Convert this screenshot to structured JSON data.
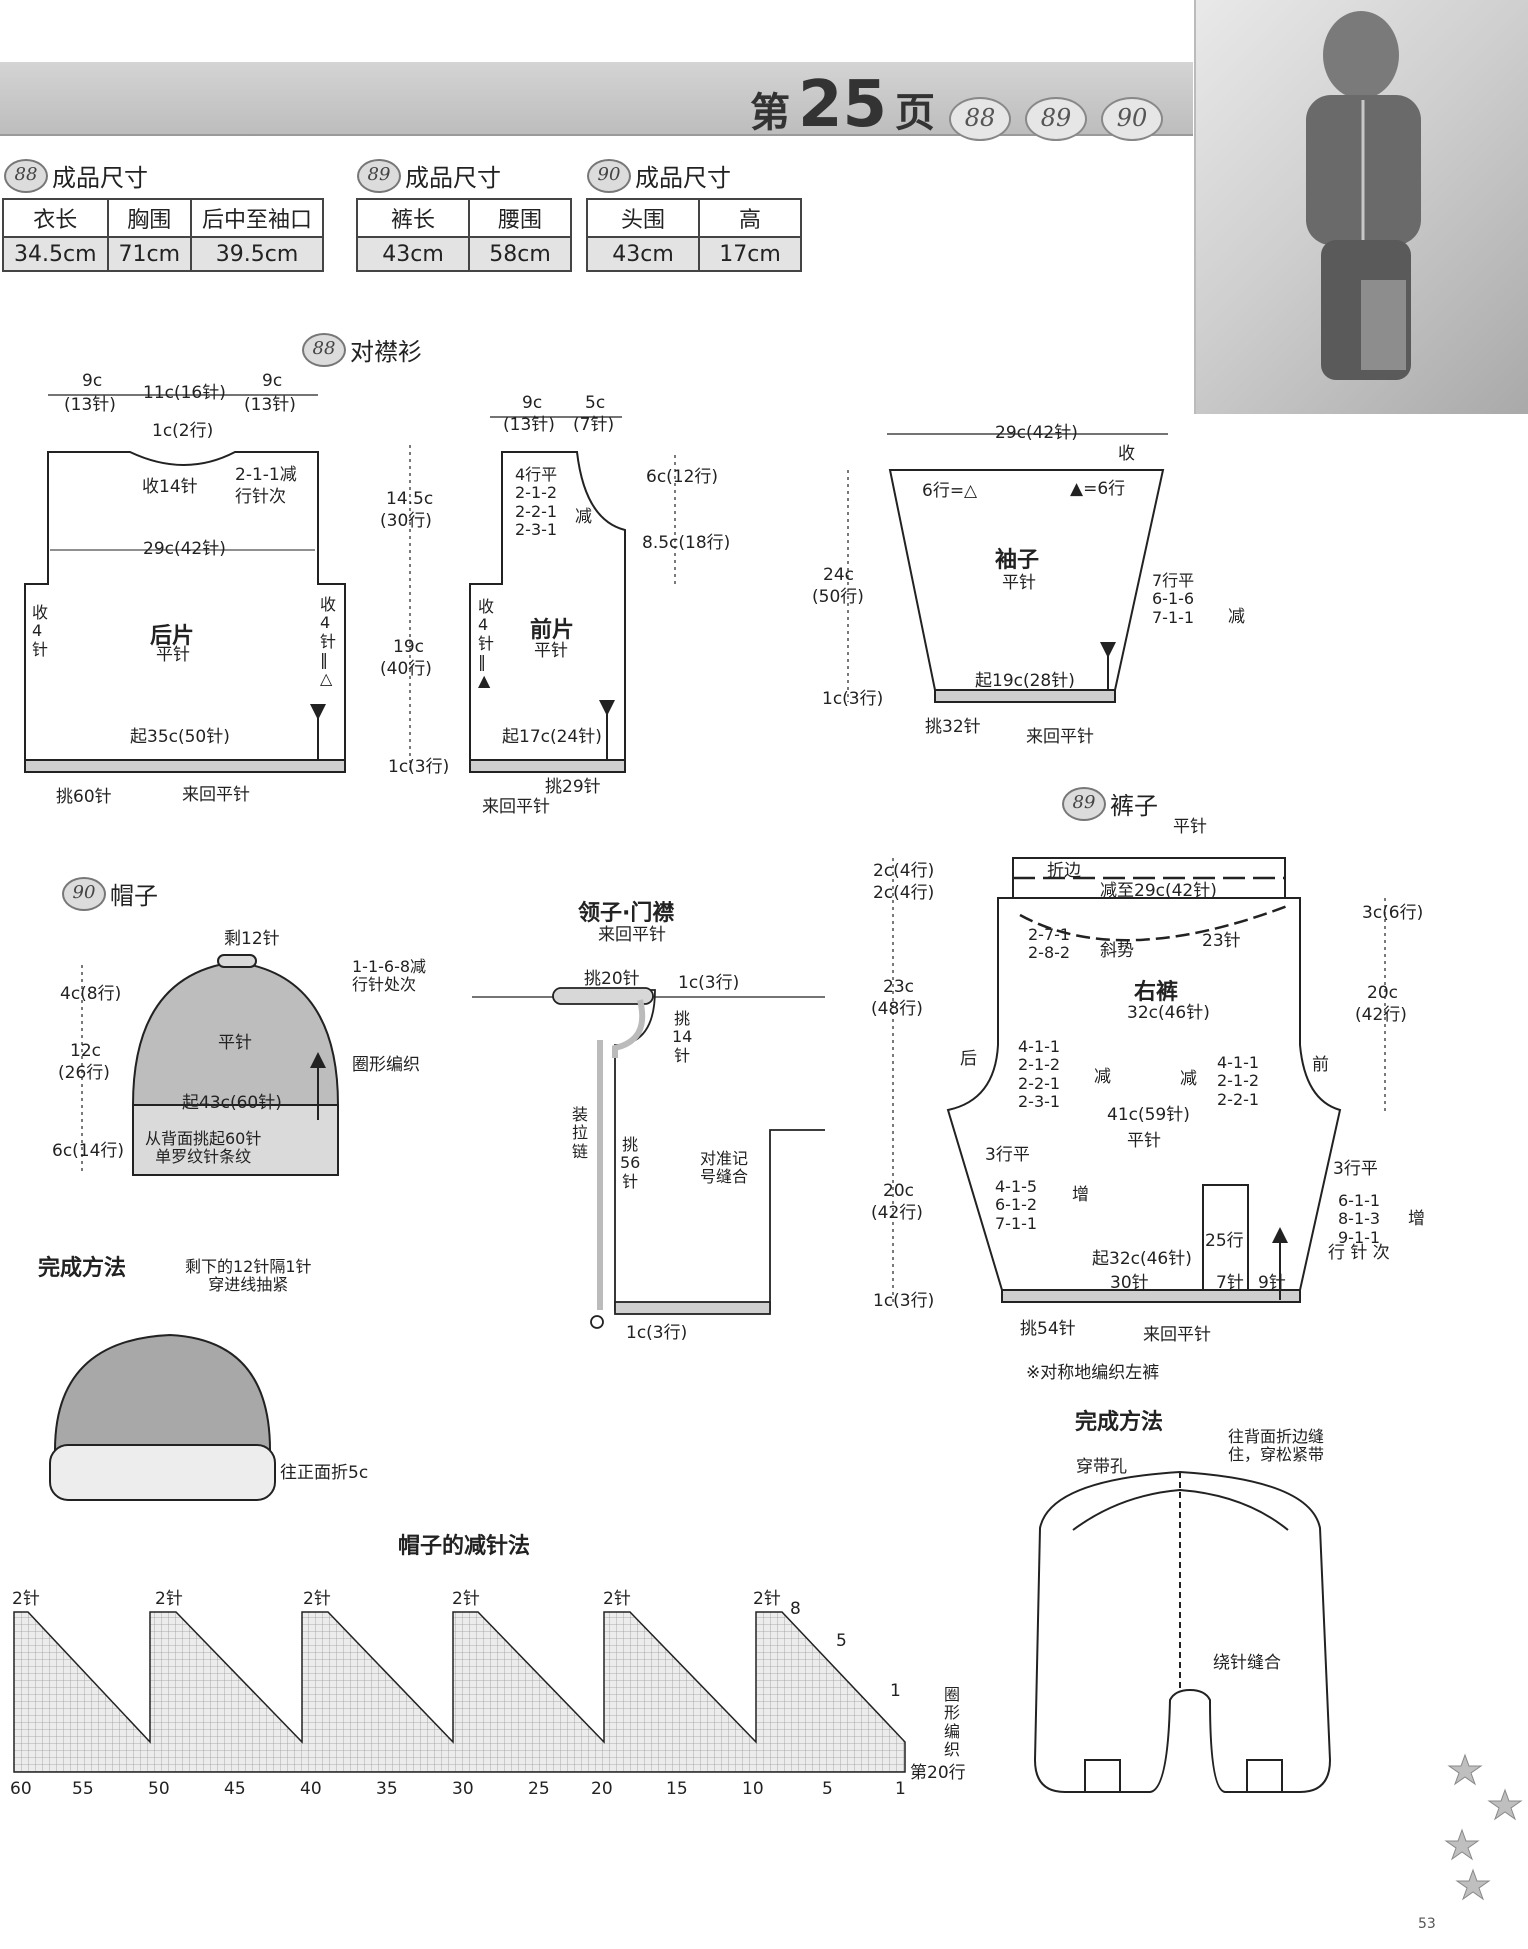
{
  "header": {
    "page_prefix": "第",
    "page_number": "25",
    "page_suffix": "页",
    "badges": [
      "88",
      "89",
      "90"
    ]
  },
  "sizes": {
    "cardigan": {
      "badge": "88",
      "label": "成品尺寸",
      "headers": [
        "衣长",
        "胸围",
        "后中至袖口"
      ],
      "values": [
        "34.5cm",
        "71cm",
        "39.5cm"
      ]
    },
    "pants": {
      "badge": "89",
      "label": "成品尺寸",
      "headers": [
        "裤长",
        "腰围"
      ],
      "values": [
        "43cm",
        "58cm"
      ]
    },
    "hat": {
      "badge": "90",
      "label": "成品尺寸",
      "headers": [
        "头围",
        "高"
      ],
      "values": [
        "43cm",
        "17cm"
      ]
    }
  },
  "cardigan": {
    "badge": "88",
    "title": "对襟衫",
    "back": {
      "name": "后片",
      "stitch": "平针",
      "top_left": "9c",
      "top_left_st": "(13针)",
      "top_mid": "11c(16针)",
      "top_right": "9c",
      "top_right_st": "(13针)",
      "neck_depth": "1c(2行)",
      "neck_bind": "收14针",
      "neck_dec": "2-1-1减",
      "neck_dec2": "行针次",
      "width_mid": "29c(42针)",
      "side_left": "收\n4\n针",
      "side_right": "收\n4\n针\n‖\n△",
      "cast_on": "起35c(50针)",
      "pickup": "挑60针",
      "rib": "来回平针",
      "h_upper": "14.5c",
      "h_upper_rows": "(30行)",
      "h_lower": "19c",
      "h_lower_rows": "(40行)",
      "h_rib": "1c(3行)"
    },
    "front": {
      "name": "前片",
      "stitch": "平针",
      "top_left": "9c",
      "top_left_st": "(13针)",
      "top_right": "5c",
      "top_right_st": "(7针)",
      "neck_rows": "4行平\n2-1-2\n2-2-1\n2-3-1",
      "neck_dec": "减",
      "side": "收\n4\n针\n‖\n▲",
      "cast_on": "起17c(24针)",
      "pickup": "挑29针",
      "rib": "来回平针",
      "h_neck": "6c(12行)",
      "h_armhole": "8.5c(18行)"
    },
    "sleeve": {
      "name": "袖子",
      "stitch": "平针",
      "top_width": "29c(42针)",
      "top_bind": "收",
      "left_note": "6行=△",
      "right_note": "▲=6行",
      "height": "24c",
      "height_rows": "(50行)",
      "side_dec": "7行平\n6-1-6\n7-1-1",
      "side_dec_label": "减",
      "cast_on": "起19c(28针)",
      "rib_height": "1c(3行)",
      "pickup": "挑32针",
      "rib": "来回平针"
    }
  },
  "hat": {
    "badge": "90",
    "title": "帽子",
    "remaining": "剩12针",
    "dec_note": "1-1-6-8减\n行针处次",
    "stitch": "平针",
    "round": "圈形编织",
    "cast_on": "起43c(60针)",
    "rib_note": "从背面挑起60针\n单罗纹针条纹",
    "h_top": "4c(8行)",
    "h_mid": "12c",
    "h_mid_rows": "(26行)",
    "h_rib": "6c(14行)",
    "finish_title": "完成方法",
    "finish_note": "剩下的12针隔1针\n穿进线抽紧",
    "fold_note": "往正面折5c"
  },
  "collar": {
    "title": "领子·门襟",
    "stitch": "来回平针",
    "pickup_top": "挑20针",
    "rib_top": "1c(3行)",
    "pickup_side": "挑\n14\n针",
    "zipper": "装\n拉\n链",
    "pickup_56": "挑\n56\n针",
    "align": "对准记\n号缝合",
    "rib_bottom": "1c(3行)"
  },
  "pants": {
    "badge": "89",
    "title": "裤子",
    "stitch": "平针",
    "fold": "折边",
    "waist_dec": "减至29c(42针)",
    "h_fold1": "2c(4行)",
    "h_fold2": "2c(4行)",
    "slope_rows": "2-7-1\n2-8-2",
    "slope": "斜势",
    "slope_st": "23针",
    "name": "右裤",
    "width": "32c(46针)",
    "back_label": "后",
    "front_label": "前",
    "back_dec": "4-1-1\n2-1-2\n2-2-1\n2-3-1",
    "back_dec_label": "减",
    "front_dec_label": "减",
    "front_dec": "4-1-1\n2-1-2\n2-2-1",
    "mid_width": "41c(59针)",
    "mid_stitch": "平针",
    "left_flat": "3行平",
    "right_flat": "3行平",
    "left_inc": "4-1-5\n6-1-2\n7-1-1",
    "left_inc_label": "增",
    "right_inc": "6-1-1\n8-1-3\n9-1-1",
    "right_inc_label": "增",
    "right_inc_note": "行 针 次",
    "h_upper": "23c",
    "h_upper_rows": "(48行)",
    "h_lower": "20c",
    "h_lower_rows": "(42行)",
    "h_rib": "1c(3行)",
    "r_top": "3c(6行)",
    "r_mid": "20c",
    "r_mid_rows": "(42行)",
    "patch_rows": "25行",
    "cast_on": "起32c(46针)",
    "bottom_30": "30针",
    "bottom_7": "7针",
    "bottom_9": "9针",
    "pickup": "挑54针",
    "rib": "来回平针",
    "symmetry_note": "※对称地编织左裤",
    "finish_title": "完成方法",
    "hole_label": "穿带孔",
    "waist_note": "往背面折边缝\n住，穿松紧带",
    "seam_note": "绕针缝合"
  },
  "chart": {
    "title": "帽子的减针法",
    "peak_labels": [
      "2针",
      "2针",
      "2针",
      "2针",
      "2针",
      "2针"
    ],
    "row_marks": [
      "8",
      "5",
      "1"
    ],
    "round_note": "圈\n形\n编\n织",
    "row20": "第20行",
    "x_labels": [
      "60",
      "55",
      "50",
      "45",
      "40",
      "35",
      "30",
      "25",
      "20",
      "15",
      "10",
      "5",
      "1"
    ]
  },
  "footer": {
    "page_number": "53"
  }
}
